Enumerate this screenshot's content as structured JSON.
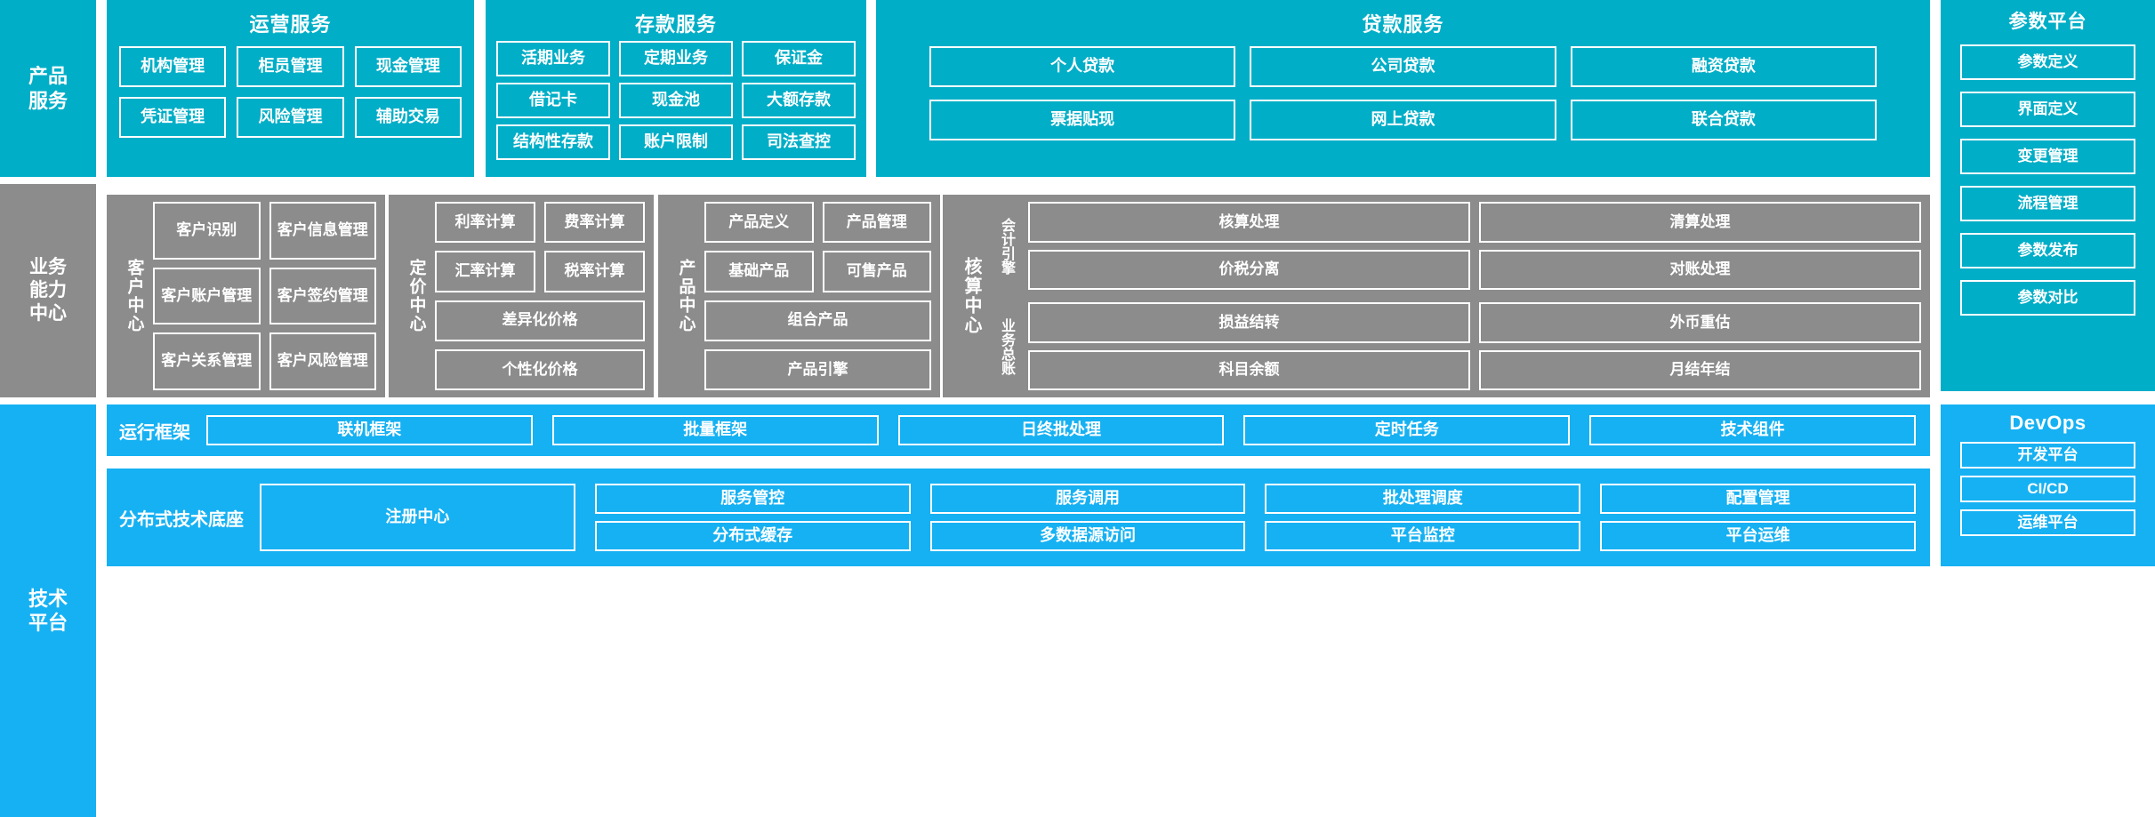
{
  "colors": {
    "teal": "#00AEC7",
    "gray": "#8C8C8C",
    "blue": "#16B1F3",
    "border": "#FFFFFF"
  },
  "layers": {
    "product_services": {
      "side_label": "产品\n服务",
      "groups": [
        {
          "title": "运营服务",
          "items": [
            "机构管理",
            "柜员管理",
            "现金管理",
            "凭证管理",
            "风险管理",
            "辅助交易"
          ]
        },
        {
          "title": "存款服务",
          "items": [
            "活期业务",
            "定期业务",
            "保证金",
            "借记卡",
            "现金池",
            "大额存款",
            "结构性存款",
            "账户限制",
            "司法查控"
          ]
        },
        {
          "title": "贷款服务",
          "items": [
            "个人贷款",
            "公司贷款",
            "融资贷款",
            "票据贴现",
            "网上贷款",
            "联合贷款"
          ]
        }
      ]
    },
    "business_capability": {
      "side_label": "业务\n能力\n中心",
      "centers": [
        {
          "name": "客户中心",
          "rows": [
            [
              "客户识别",
              "客户信息管理"
            ],
            [
              "客户账户管理",
              "客户签约管理"
            ],
            [
              "客户关系管理",
              "客户风险管理"
            ]
          ]
        },
        {
          "name": "定价中心",
          "rows": [
            [
              "利率计算",
              "费率计算"
            ],
            [
              "汇率计算",
              "税率计算"
            ],
            [
              "差异化价格"
            ],
            [
              "个性化价格"
            ]
          ]
        },
        {
          "name": "产品中心",
          "rows": [
            [
              "产品定义",
              "产品管理"
            ],
            [
              "基础产品",
              "可售产品"
            ],
            [
              "组合产品"
            ],
            [
              "产品引擎"
            ]
          ]
        }
      ],
      "accounting_center": {
        "name": "核算中心",
        "blocks": [
          {
            "name": "会计引擎",
            "rows": [
              [
                "核算处理",
                "清算处理"
              ],
              [
                "价税分离",
                "对账处理"
              ]
            ]
          },
          {
            "name": "业务总账",
            "rows": [
              [
                "损益结转",
                "外币重估"
              ],
              [
                "科目余额",
                "月结年结"
              ]
            ]
          }
        ]
      }
    },
    "technical_platform": {
      "side_label": "技术\n平台",
      "runtime_framework": {
        "label": "运行框架",
        "items": [
          "联机框架",
          "批量框架",
          "日终批处理",
          "定时任务",
          "技术组件"
        ]
      },
      "distributed_base": {
        "label": "分布式技术底座",
        "columns": [
          {
            "single": "注册中心"
          },
          {
            "top": "服务管控",
            "bottom": "分布式缓存"
          },
          {
            "top": "服务调用",
            "bottom": "多数据源访问"
          },
          {
            "top": "批处理调度",
            "bottom": "平台监控"
          },
          {
            "top": "配置管理",
            "bottom": "平台运维"
          }
        ]
      }
    },
    "parameter_platform": {
      "title": "参数平台",
      "items": [
        "参数定义",
        "界面定义",
        "变更管理",
        "流程管理",
        "参数发布",
        "参数对比"
      ]
    },
    "devops": {
      "title": "DevOps",
      "items": [
        "开发平台",
        "CI/CD",
        "运维平台"
      ]
    }
  }
}
